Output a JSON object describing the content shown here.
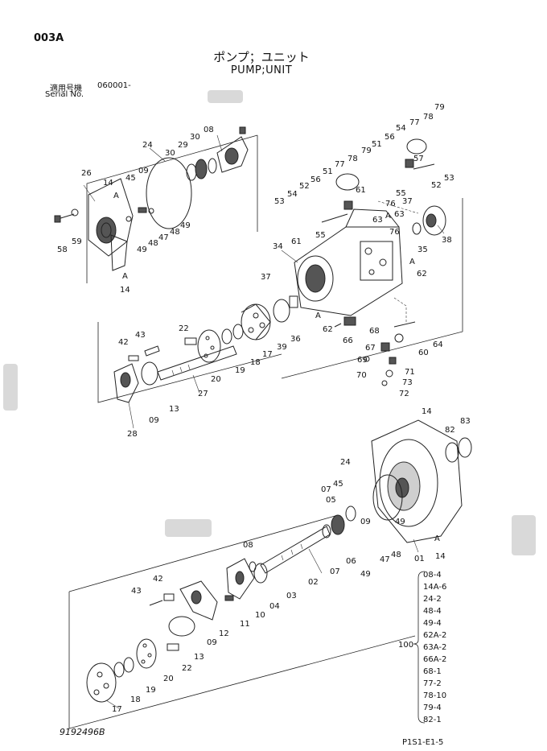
{
  "header": {
    "code": "003A",
    "title_jp": "ポンプ；ユニット",
    "title_en": "PUMP;UNIT",
    "serial_label_jp": "適用号機",
    "serial_value": "060001-",
    "serial_label_en": "Serial No."
  },
  "footer": {
    "doc_number": "9192496B",
    "page_ref": "P1S1-E1-5"
  },
  "kit": {
    "number": "100",
    "items": [
      "08-4",
      "14A-6",
      "24-2",
      "48-4",
      "49-4",
      "62A-2",
      "63A-2",
      "66A-2",
      "68-1",
      "77-2",
      "78-10",
      "79-4",
      "82-1"
    ]
  },
  "callouts": {
    "c79a": "79",
    "c77a": "77",
    "c78a": "78",
    "c54a": "54",
    "c56a": "56",
    "c57": "57",
    "c53a": "53",
    "c52a": "52",
    "c51a": "51",
    "c55a": "55",
    "c79b": "79",
    "c78b": "78",
    "c77b": "77",
    "c51b": "51",
    "c56b": "56",
    "c52b": "52",
    "c54b": "54",
    "c53b": "53",
    "c55b": "55",
    "c61a": "61",
    "c63a": "63",
    "c76a": "76",
    "c37a": "37",
    "c63b": "63",
    "c76b": "76",
    "c38": "38",
    "c35": "35",
    "c34": "34",
    "c61b": "61",
    "c62a": "62",
    "c62b": "62",
    "c66": "66",
    "c68": "68",
    "c67": "67",
    "c60": "60",
    "c64": "64",
    "c69": "69",
    "c70": "70",
    "c71": "71",
    "c73": "73",
    "c72": "72",
    "c36": "36",
    "c39": "39",
    "c37b": "37",
    "c17a": "17",
    "c18a": "18",
    "c19a": "19",
    "c20a": "20",
    "c22a": "22",
    "c27": "27",
    "c43a": "43",
    "c42a": "42",
    "c13a": "13",
    "c09a": "09",
    "c28": "28",
    "c24a": "24",
    "c29": "29",
    "c30a": "30",
    "c30b": "30",
    "c08a": "08",
    "c26": "26",
    "c45a": "45",
    "c14a": "14",
    "c09b": "09",
    "c58": "58",
    "c59": "59",
    "c49a": "49",
    "c48a": "48",
    "c47a": "47",
    "c49b": "49",
    "c14b": "14",
    "c14c": "14",
    "c82": "82",
    "c83": "83",
    "c24b": "24",
    "c45b": "45",
    "c07a": "07",
    "c05": "05",
    "c09c": "09",
    "c08b": "08",
    "c06": "06",
    "c07b": "07",
    "c49c": "49",
    "c47b": "47",
    "c48b": "48",
    "c49d": "49",
    "c01": "01",
    "c14d": "14",
    "c02": "02",
    "c03": "03",
    "c04": "04",
    "c10": "10",
    "c11": "11",
    "c12": "12",
    "c42b": "42",
    "c43b": "43",
    "c09d": "09",
    "c13b": "13",
    "c22b": "22",
    "c20b": "20",
    "c19b": "19",
    "c18b": "18",
    "c17b": "17",
    "A1": "A",
    "A2": "A",
    "A3": "A",
    "A4": "A",
    "A5": "A",
    "A6": "A"
  }
}
